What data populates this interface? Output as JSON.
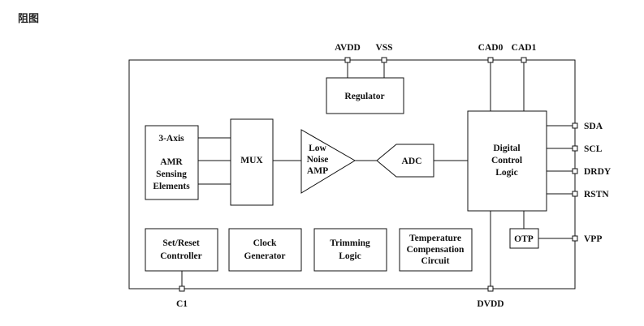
{
  "page": {
    "title": "阻图"
  },
  "pins": {
    "avdd": "AVDD",
    "vss": "VSS",
    "cad0": "CAD0",
    "cad1": "CAD1",
    "sda": "SDA",
    "scl": "SCL",
    "drdy": "DRDY",
    "rstn": "RSTN",
    "vpp": "VPP",
    "c1": "C1",
    "dvdd": "DVDD"
  },
  "blocks": {
    "regulator": "Regulator",
    "sensor": [
      "3-Axis",
      "AMR",
      "Sensing",
      "Elements"
    ],
    "mux": "MUX",
    "amp": [
      "Low",
      "Noise",
      "AMP"
    ],
    "adc": "ADC",
    "digital": [
      "Digital",
      "Control",
      "Logic"
    ],
    "otp": "OTP",
    "setreset": [
      "Set/Reset",
      "Controller"
    ],
    "clock": [
      "Clock",
      "Generator"
    ],
    "trimming": [
      "Trimming",
      "Logic"
    ],
    "temp": [
      "Temperature",
      "Compensation",
      "Circuit"
    ]
  }
}
